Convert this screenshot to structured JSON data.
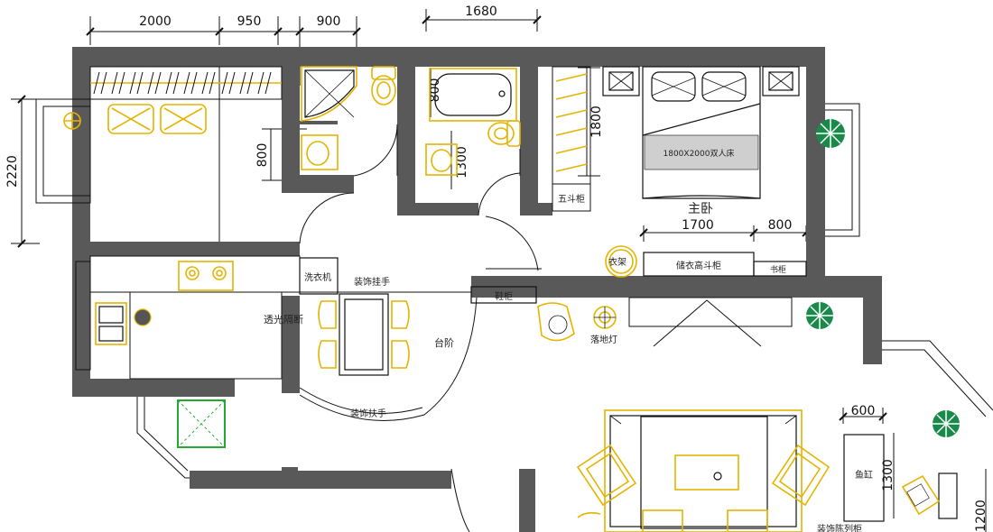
{
  "dimensions": {
    "d2000": "2000",
    "d950": "950",
    "d900": "900",
    "d1680": "1680",
    "d2220": "2220",
    "d800a": "800",
    "d800b": "800",
    "d1300a": "1300",
    "d1800": "1800",
    "d1700": "1700",
    "d800c": "800",
    "d600": "600",
    "d1300b": "1300",
    "d1200": "1200"
  },
  "labels": {
    "master_bedroom": "主卧",
    "bed_size": "1800X2000双人床",
    "five_drawer": "五斗柜",
    "coat_rack": "衣架",
    "storage_tall_cabinet": "储衣高斗柜",
    "bookcase": "书柜",
    "washing_machine": "洗衣机",
    "deco_screen_top": "装饰挂手",
    "translucent_partition": "透光隔断",
    "step": "台阶",
    "shoe_cabinet": "鞋柜",
    "floor_lamp": "落地灯",
    "deco_rail_bottom": "装饰扶手",
    "fish_tank": "鱼缸",
    "living_bottom": "装饰陈列柜"
  },
  "colors": {
    "wall": "#595959",
    "furniture": "#e5b400",
    "plant": "#1a8a4a",
    "highlight": "#22aa33"
  }
}
